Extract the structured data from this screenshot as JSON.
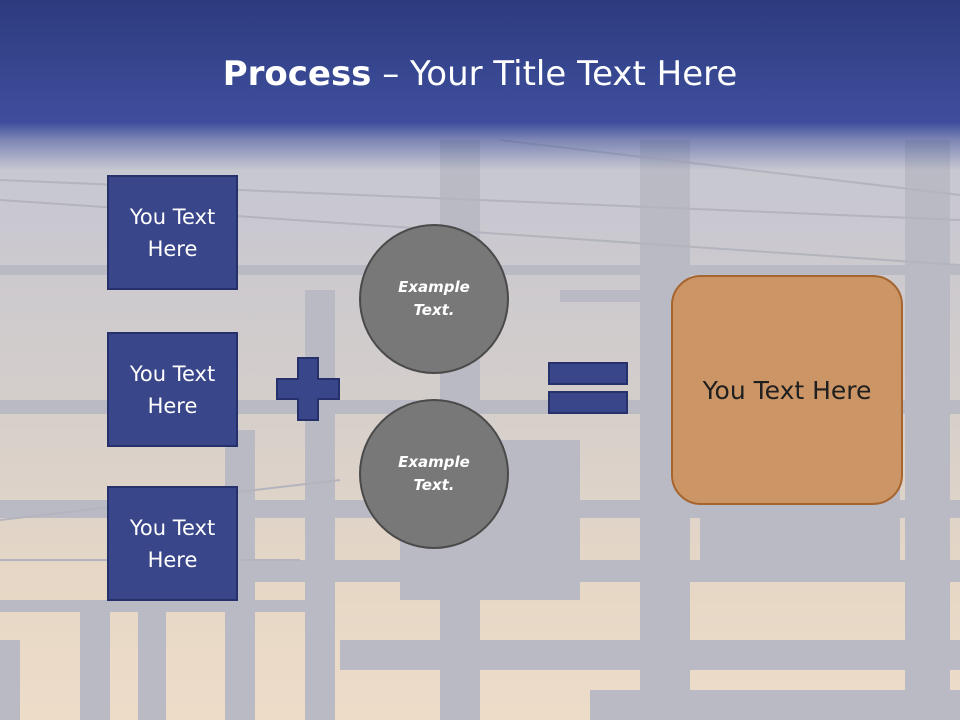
{
  "slide": {
    "title_bold": "Process",
    "title_rest": " – Your Title Text Here",
    "left_boxes": [
      "You Text Here",
      "You Text Here",
      "You Text Here"
    ],
    "circles": [
      "Example Text.",
      "Example Text."
    ],
    "result": "You Text Here"
  },
  "icons": [
    "plus-icon",
    "equals-icon"
  ],
  "colors": {
    "header": "#36468f",
    "box_fill": "#3a468a",
    "circle_fill": "#787878",
    "result_fill": "#cc9566",
    "result_border": "#a6652f"
  }
}
